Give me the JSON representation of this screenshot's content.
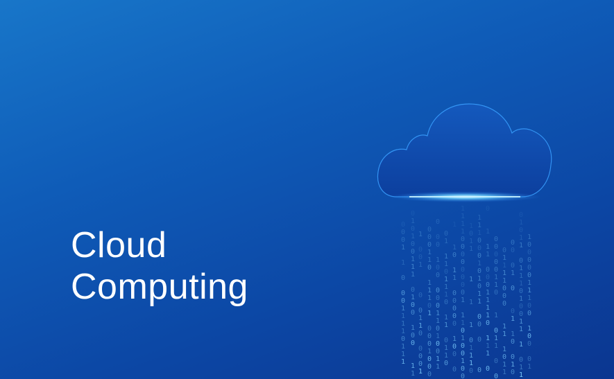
{
  "hero": {
    "title_line_1": "Cloud",
    "title_line_2": "Computing"
  },
  "graphic": {
    "icon": "cloud-icon",
    "data_rain": "binary-digit-rain",
    "colors": {
      "background_top": "#1876c9",
      "background_bottom": "#0b3690",
      "cloud_fill": "#0d4cae",
      "cloud_outline": "#3aa0ff",
      "glow": "#9be6ff",
      "digits": "#7fd0ff"
    }
  }
}
